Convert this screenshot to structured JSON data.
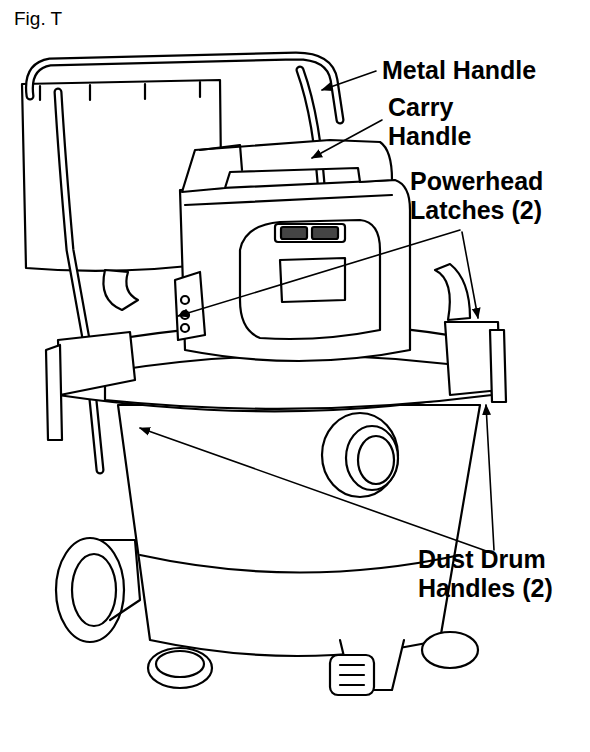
{
  "diagram": {
    "title": "Fig. T",
    "labels": [
      "Metal Handle",
      "Carry Handle",
      "Powerhead Latches (2)",
      "Dust Drum Handles (2)"
    ]
  }
}
